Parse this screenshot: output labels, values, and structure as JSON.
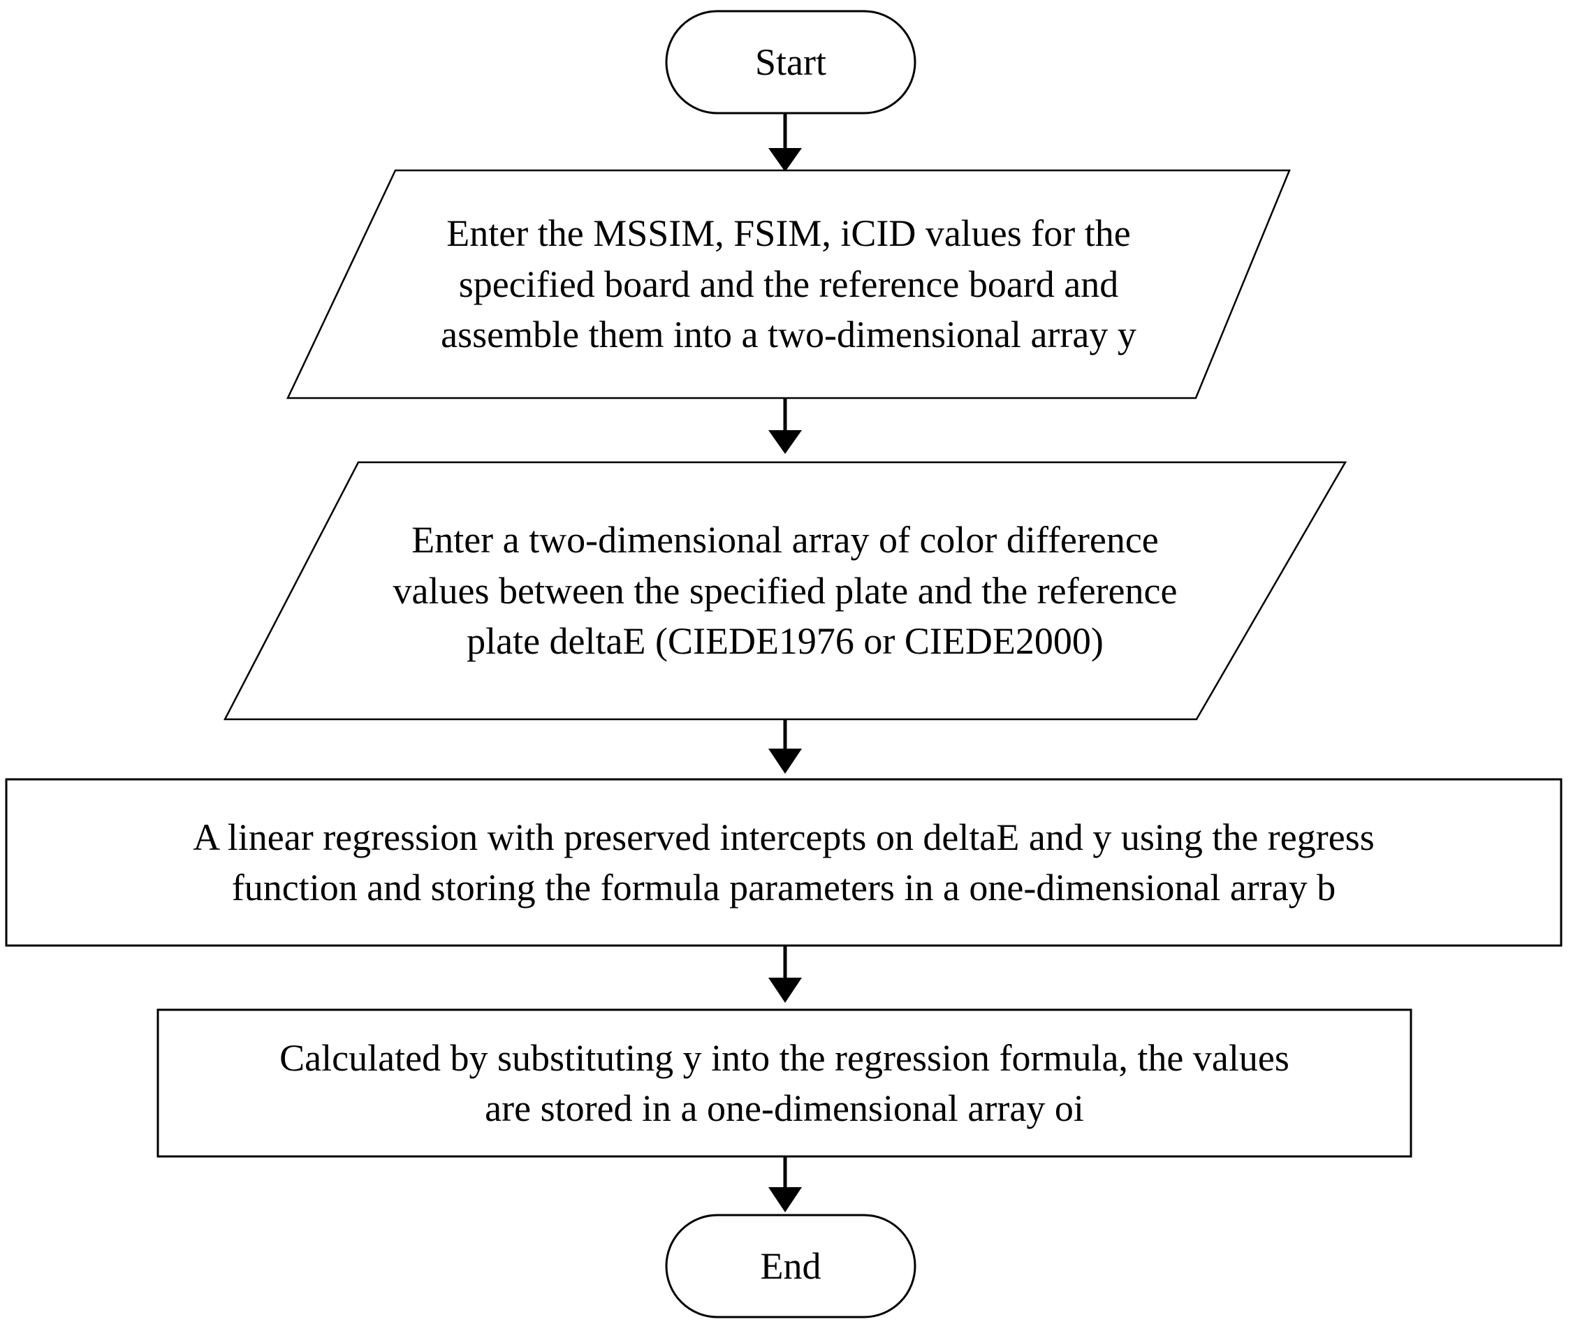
{
  "diagram": {
    "title": "Flowchart of the regression-based evaluation procedure",
    "background_color": "#ffffff",
    "stroke_color": "#000000",
    "nodes": [
      {
        "id": "start",
        "shape": "terminator",
        "icon": "rounded-terminator-icon",
        "label": "Start",
        "lines": [
          "Start"
        ]
      },
      {
        "id": "input-metrics",
        "shape": "parallelogram",
        "icon": "input-parallelogram-icon",
        "label": "Enter the MSSIM, FSIM, iCID values for the specified board and the reference board and assemble them into a two-dimensional array y",
        "lines": [
          "Enter the MSSIM, FSIM, iCID values for the",
          "specified board and the reference  board and",
          "assemble them into a two-dimensional  array y"
        ]
      },
      {
        "id": "input-deltae",
        "shape": "parallelogram",
        "icon": "input-parallelogram-icon",
        "label": "Enter a two-dimensional array of color difference values between the specified plate and the reference plate deltaE (CIEDE1976 or CIEDE2000)",
        "lines": [
          "Enter a two-dimensional  array of color difference",
          "values between the specified plate and the reference",
          "plate deltaE (CIEDE1976  or CIEDE2000)"
        ]
      },
      {
        "id": "process-regression",
        "shape": "process",
        "icon": "process-rectangle-icon",
        "label": "A linear regression with preserved intercepts on deltaE and y using the regress function and storing the formula parameters in a one-dimensional array b",
        "lines": [
          "A linear  regression with  preserved intercepts on deltaE  and y using the regress",
          "function and storing the formula parameters in a one-dimensional  array b"
        ]
      },
      {
        "id": "process-substitute",
        "shape": "process",
        "icon": "process-rectangle-icon",
        "label": "Calculated by substituting y into the regression formula, the values are stored in a one-dimensional array oi",
        "lines": [
          "Calculated  by substituting  y into the regression formula,  the values",
          "are stored in a one-dimensional  array oi"
        ]
      },
      {
        "id": "end",
        "shape": "terminator",
        "icon": "rounded-terminator-icon",
        "label": "End",
        "lines": [
          "End"
        ]
      }
    ],
    "edges": [
      {
        "id": "edge-start-to-input-metrics",
        "from": "start",
        "to": "input-metrics",
        "icon": "down-arrow-icon"
      },
      {
        "id": "edge-input-metrics-to-input-deltae",
        "from": "input-metrics",
        "to": "input-deltae",
        "icon": "down-arrow-icon"
      },
      {
        "id": "edge-input-deltae-to-process-regression",
        "from": "input-deltae",
        "to": "process-regression",
        "icon": "down-arrow-icon"
      },
      {
        "id": "edge-process-regression-to-process-substitute",
        "from": "process-regression",
        "to": "process-substitute",
        "icon": "down-arrow-icon"
      },
      {
        "id": "edge-process-substitute-to-end",
        "from": "process-substitute",
        "to": "end",
        "icon": "down-arrow-icon"
      }
    ]
  }
}
